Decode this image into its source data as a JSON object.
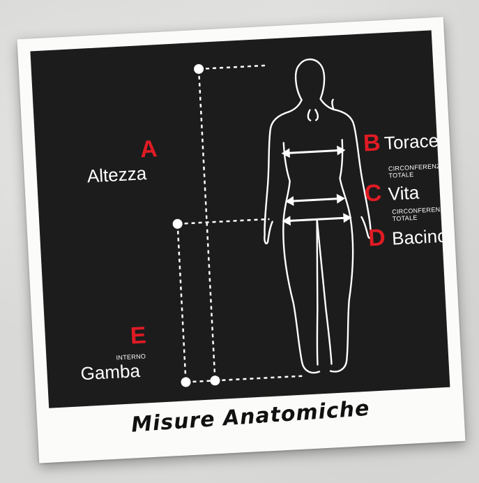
{
  "caption": "Misure Anatomiche",
  "measures": [
    {
      "letter": "A",
      "label": "Altezza",
      "sub": ""
    },
    {
      "letter": "B",
      "label": "Torace",
      "sub": ""
    },
    {
      "letter": "C",
      "label": "Vita",
      "sub": "CIRCONFERENZA TOTALE"
    },
    {
      "letter": "D",
      "label": "Bacino",
      "sub": "CIRCONFERENZA TOTALE"
    },
    {
      "letter": "E",
      "label": "Gamba",
      "sub": "INTERNO"
    }
  ],
  "colors": {
    "accent": "#e01b24",
    "panel": "#1c1c1c",
    "line": "#ffffff",
    "frame": "#fbfbf9"
  }
}
